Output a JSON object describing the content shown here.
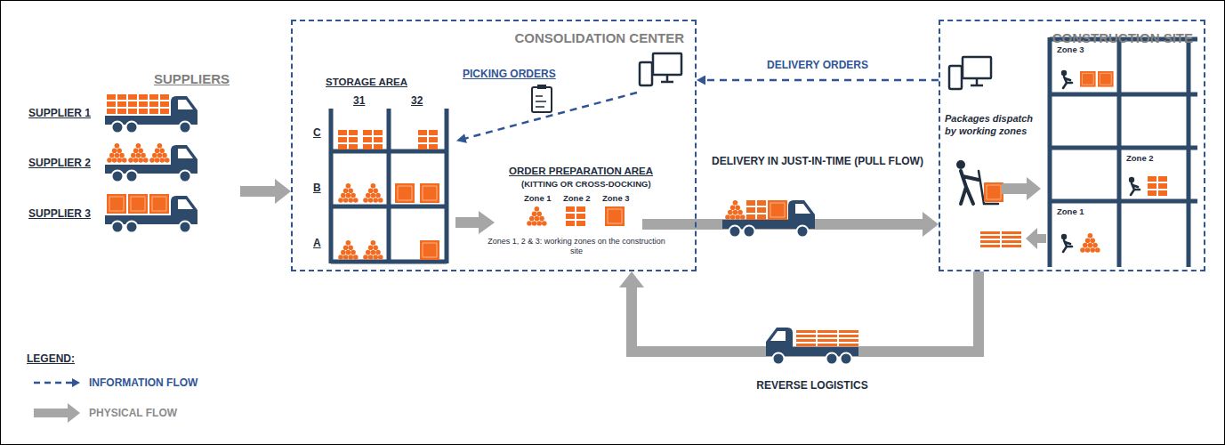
{
  "diagram": {
    "nodes": [
      {
        "text": [
          "SUPPLIERS"
        ]
      },
      {
        "text": [
          "CONSOLIDATION CENTER"
        ]
      },
      {
        "text": [
          "CONSTRUCTION SITE"
        ]
      }
    ],
    "edges": [
      {
        "from": 0,
        "to": 1,
        "arrow": "to"
      },
      {
        "from": 1,
        "to": 2,
        "label": "DELIVERY IN JUST-IN-TIME (PULL FLOW)",
        "arrow": "to"
      },
      {
        "from": 2,
        "to": 1,
        "label": "DELIVERY ORDERS",
        "arrow": "to"
      },
      {
        "from": 2,
        "to": 1,
        "label": "REVERSE LOGISTICS",
        "arrow": "to"
      }
    ],
    "labels": [
      "SUPPLIER 1",
      "SUPPLIER 2",
      "SUPPLIER 3",
      "STORAGE AREA",
      "31",
      "32",
      "C",
      "B",
      "A",
      "PICKING ORDERS",
      "ORDER PREPARATION AREA",
      "(KITTING OR CROSS-DOCKING)",
      "Zone 1",
      "Zone 2",
      "Zone 3",
      "Zones 1, 2 & 3: working zones on the construction site",
      "Zone 3",
      "Zone 2",
      "Zone 1",
      "Packages dispatch by working zones",
      "LEGEND:"
    ],
    "legend": [
      {
        "text": "INFORMATION FLOW"
      },
      {
        "text": "PHYSICAL FLOW"
      }
    ]
  }
}
